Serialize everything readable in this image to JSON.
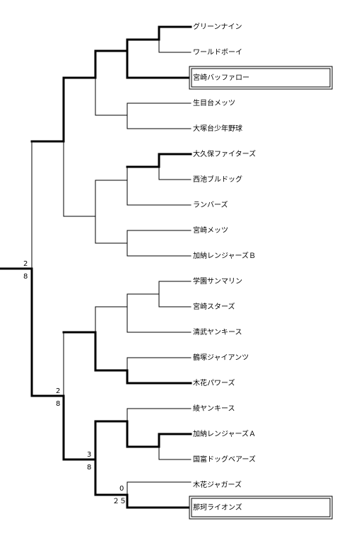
{
  "teams": [
    "グリーンナイン",
    "ワールドボーイ",
    "宮崎バッファロー",
    "生目台メッツ",
    "大塚台少年野球",
    "大久保ファイターズ",
    "西池ブルドッグ",
    "ランバーズ",
    "宮崎メッツ",
    "加納レンジャーズＢ",
    "学園サンマリン",
    "宮崎スターズ",
    "清武ヤンキース",
    "鶴塚ジャイアンツ",
    "木花パワーズ",
    "綾ヤンキース",
    "加納レンジャーズＡ",
    "国富ドッグベアーズ",
    "木花ジャガーズ",
    "那珂ライオンズ"
  ],
  "highlighted_teams": [
    "宮崎バッファロー",
    "那珂ライオンズ"
  ],
  "scores": {
    "final_top": "2",
    "final_bottom": "8",
    "semi_top": "2",
    "semi_bottom": "8",
    "qf_top": "3",
    "qf_bottom": "8",
    "r1_top": "0",
    "r1_bottom": "２５"
  },
  "colors": {
    "line": "#000000",
    "background": "#ffffff"
  }
}
